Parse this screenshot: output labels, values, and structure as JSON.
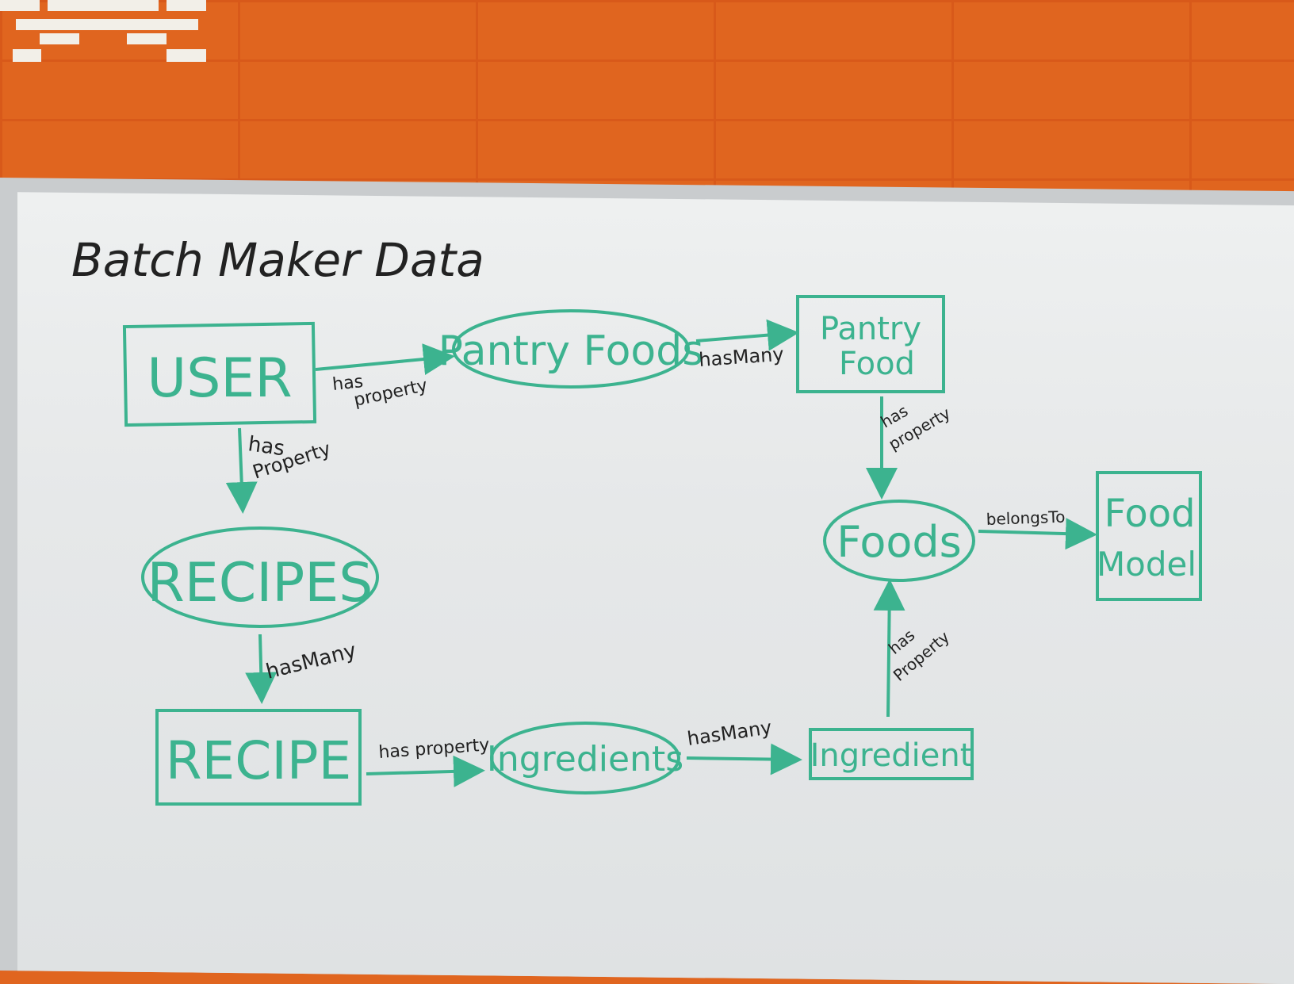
{
  "title": "Batch Maker Data",
  "colors": {
    "marker_green": "#3cb38f",
    "marker_black": "#222222",
    "wall": "#e0651f",
    "board": "#eceeef"
  },
  "nodes": {
    "user": "USER",
    "pantry_foods": "Pantry Foods",
    "pantry_food_line1": "Pantry",
    "pantry_food_line2": "Food",
    "recipes": "RECIPES",
    "foods": "Foods",
    "food_model_line1": "Food",
    "food_model_line2": "Model",
    "recipe": "RECIPE",
    "ingredients": "Ingredients",
    "ingredient": "Ingredient"
  },
  "edges": {
    "user_pantry_1": "has",
    "user_pantry_2": "property",
    "pantryfoods_pantryfood": "hasMany",
    "pantryfood_foods_1": "has",
    "pantryfood_foods_2": "property",
    "user_recipes_1": "has",
    "user_recipes_2": "Property",
    "foods_model": "belongsTo",
    "recipes_recipe": "hasMany",
    "ingredient_foods_1": "has",
    "ingredient_foods_2": "Property",
    "recipe_ingredients": "has property",
    "ingredients_ingredient": "hasMany"
  }
}
